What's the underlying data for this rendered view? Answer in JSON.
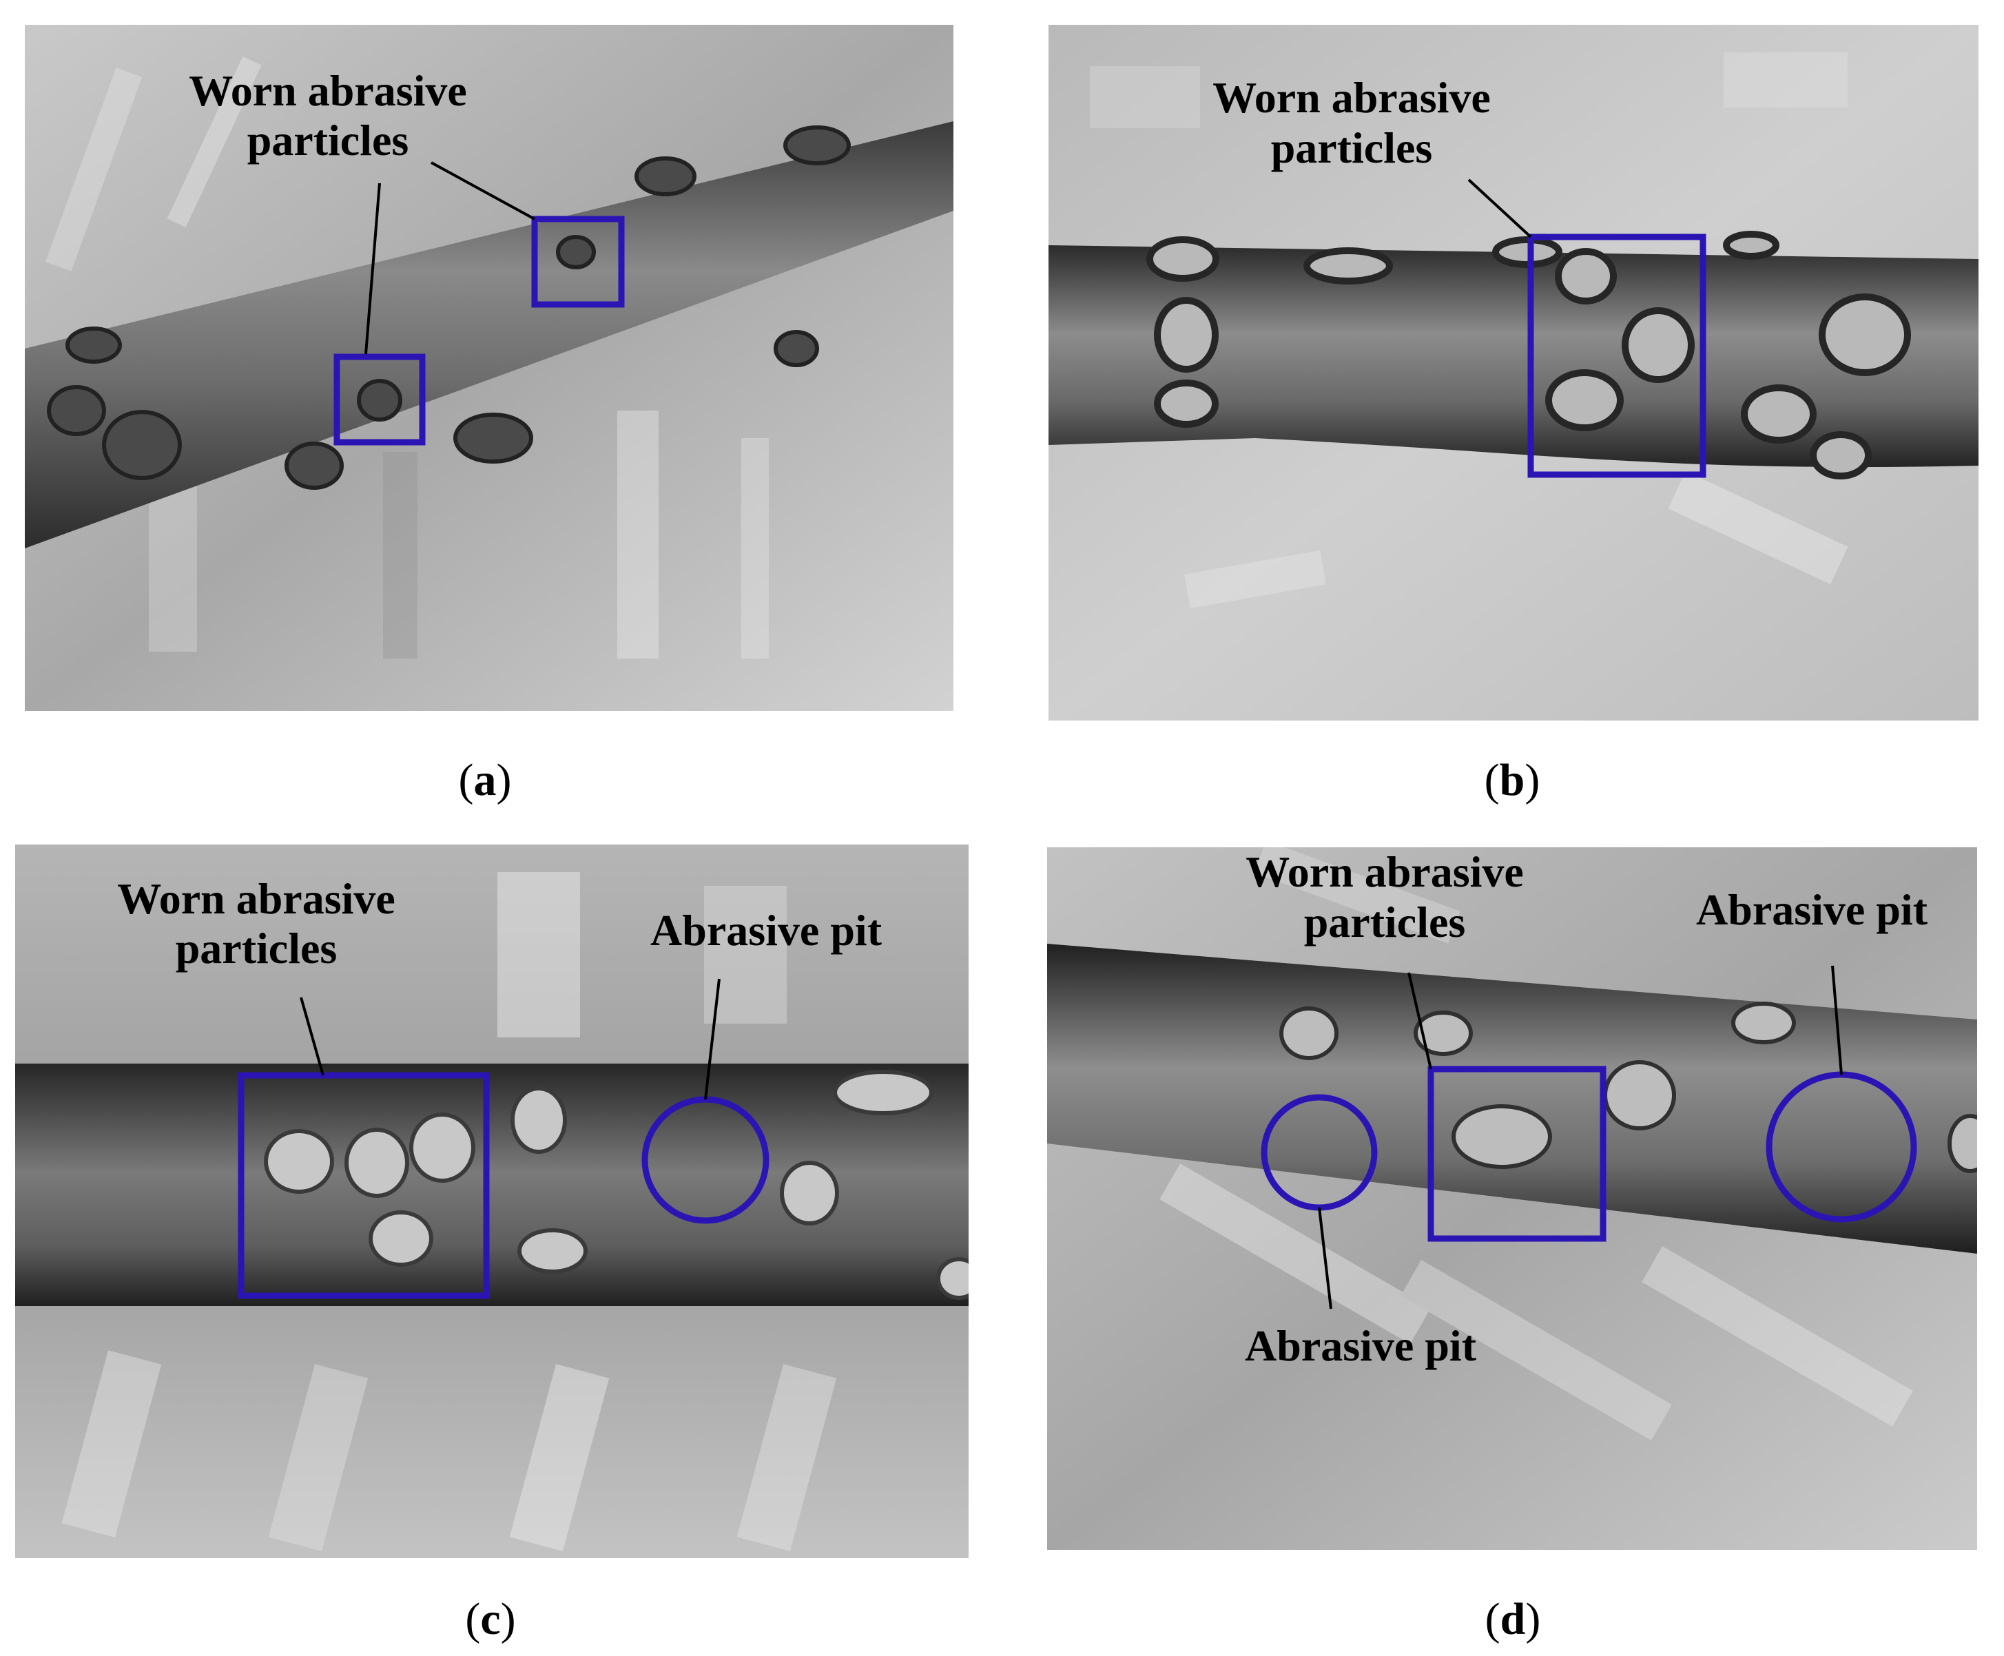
{
  "annotation_color": "#2b14b4",
  "panels": {
    "a": {
      "caption_open": "(",
      "caption_letter": "a",
      "caption_close": ")",
      "label_particles_line1": "Worn abrasive",
      "label_particles_line2": "particles"
    },
    "b": {
      "caption_open": "(",
      "caption_letter": "b",
      "caption_close": ")",
      "label_particles_line1": "Worn abrasive",
      "label_particles_line2": "particles"
    },
    "c": {
      "caption_open": "(",
      "caption_letter": "c",
      "caption_close": ")",
      "label_particles_line1": "Worn abrasive",
      "label_particles_line2": "particles",
      "label_pit": "Abrasive pit"
    },
    "d": {
      "caption_open": "(",
      "caption_letter": "d",
      "caption_close": ")",
      "label_particles_line1": "Worn abrasive",
      "label_particles_line2": "particles",
      "label_pit_top": "Abrasive pit",
      "label_pit_bottom": "Abrasive pit"
    }
  }
}
